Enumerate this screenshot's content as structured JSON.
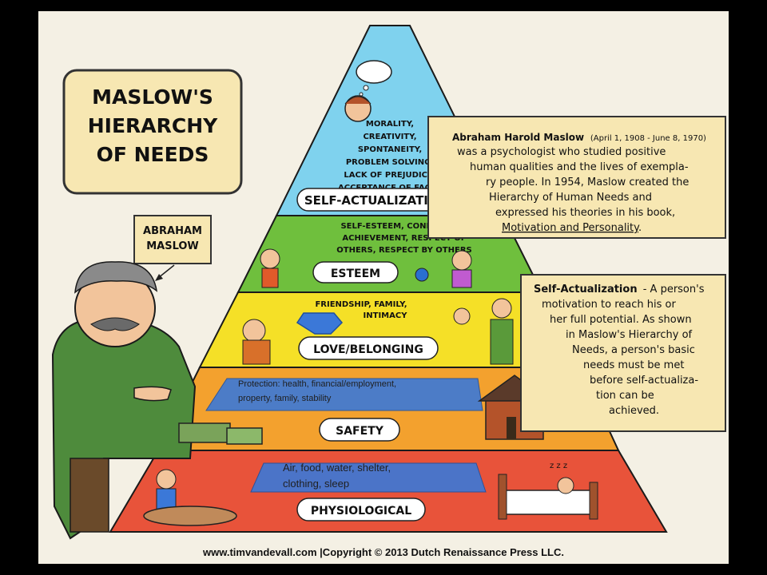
{
  "title": {
    "line1": "MASLOW'S",
    "line2": "HIERARCHY",
    "line3": "OF NEEDS"
  },
  "maslow_label": {
    "line1": "ABRAHAM",
    "line2": "MASLOW"
  },
  "levels": [
    {
      "name": "SELF-ACTUALIZATION",
      "color": "#7fd2ee",
      "text": [
        "MORALITY,",
        "CREATIVITY,",
        "SPONTANEITY,",
        "PROBLEM SOLVING,",
        "LACK OF PREJUDICE,",
        "ACCEPTANCE OF FACTS"
      ]
    },
    {
      "name": "ESTEEM",
      "color": "#6fbf3d",
      "text": [
        "SELF-ESTEEM, CONFIDENCE,",
        "ACHIEVEMENT, RESPECT OF",
        "OTHERS, RESPECT BY OTHERS"
      ]
    },
    {
      "name": "LOVE/BELONGING",
      "color": "#f5e027",
      "text": [
        "FRIENDSHIP, FAMILY,",
        "INTIMACY"
      ]
    },
    {
      "name": "SAFETY",
      "color": "#f3a12e",
      "text": []
    },
    {
      "name": "PHYSIOLOGICAL",
      "color": "#e8533a",
      "text": []
    }
  ],
  "overlays": {
    "safety": [
      "Protection: health, financial/employment,",
      "property, family, stability"
    ],
    "physiological": [
      "Air, food, water, shelter,",
      "clothing, sleep"
    ]
  },
  "bio_box": {
    "name": "Abraham Harold Maslow",
    "dates": "(April 1, 1908 - June 8, 1970)",
    "lines": [
      "was a psychologist who studied positive",
      "human qualities and the lives of exempla-",
      "ry people. In 1954, Maslow created the",
      "Hierarchy of Human Needs and",
      "expressed his theories in his book,"
    ],
    "book": "Motivation and Personality",
    "book_suffix": "."
  },
  "sa_box": {
    "term": "Self-Actualization",
    "lines": [
      "- A person's",
      "motivation to reach his or",
      "her full potential. As shown",
      "in Maslow's Hierarchy of",
      "Needs, a person's basic",
      "needs must be met",
      "before self-actualiza-",
      "tion can be",
      "achieved."
    ]
  },
  "footer": "www.timvandevall.com |Copyright © 2013 Dutch Renaissance Press LLC."
}
